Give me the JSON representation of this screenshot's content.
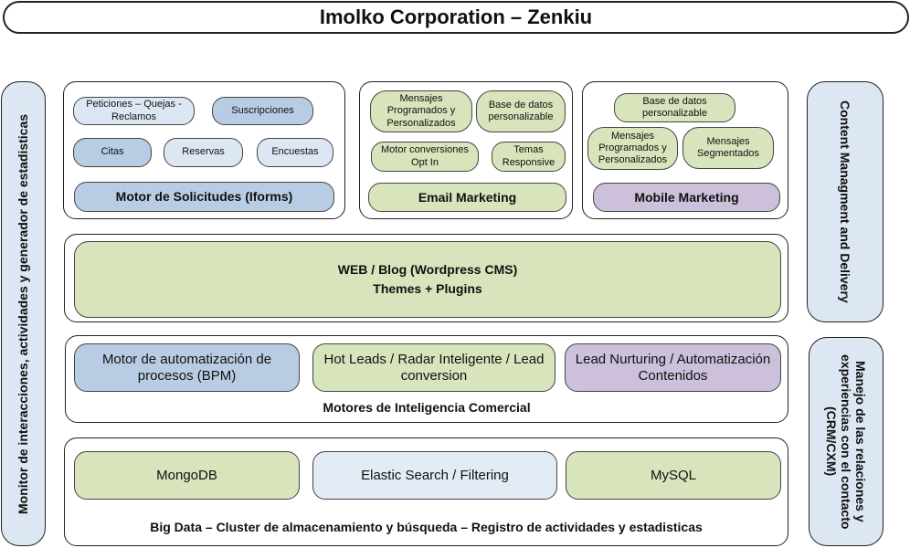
{
  "title": "Imolko Corporation – Zenkiu",
  "left_side": "Monitor de interacciones, actividades y generador de estadisticas",
  "right_top": "Content Managment and Delivery",
  "right_bottom": "Manejo de las relaciones y experiencias con el contacto (CRM/CXM)",
  "solicitudes": {
    "items": [
      "Peticiones – Quejas - Reclamos",
      "Suscripciones",
      "Citas",
      "Reservas",
      "Encuestas"
    ],
    "engine": "Motor de Solicitudes (Iforms)"
  },
  "email": {
    "items": [
      "Mensajes Programados y Personalizados",
      "Base de datos personalizable",
      "Motor conversiones Opt In",
      "Temas Responsive"
    ],
    "engine": "Email Marketing"
  },
  "mobile": {
    "items": [
      "Base de datos personalizable",
      "Mensajes Programados y Personalizados",
      "Mensajes Segmentados"
    ],
    "engine": "Mobile Marketing"
  },
  "web": {
    "line1": "WEB / Blog (Wordpress CMS)",
    "line2": "Themes + Plugins"
  },
  "intel": {
    "items": [
      "Motor de automatización de procesos (BPM)",
      "Hot Leads / Radar Inteligente / Lead conversion",
      "Lead Nurturing / Automatización Contenidos"
    ],
    "caption": "Motores de Inteligencia Comercial"
  },
  "bigdata": {
    "items": [
      "MongoDB",
      "Elastic Search / Filtering",
      "MySQL"
    ],
    "caption": "Big Data – Cluster de almacenamiento y búsqueda – Registro de actividades y estadisticas"
  }
}
